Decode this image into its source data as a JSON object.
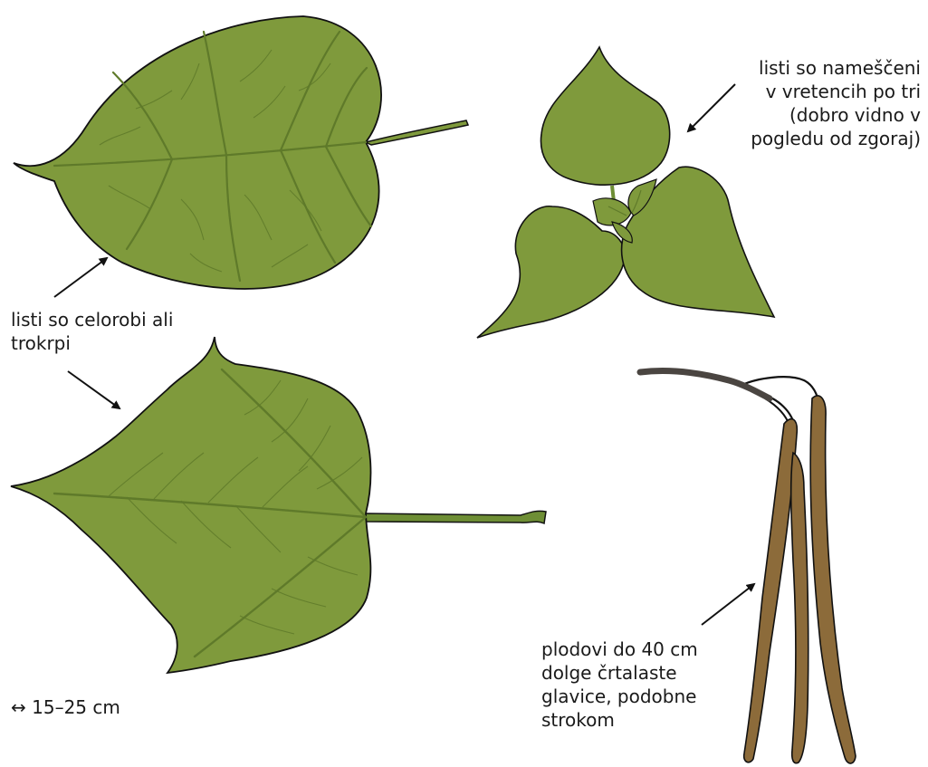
{
  "colors": {
    "leaf": "#7F9A3C",
    "leaf_dark": "#5F7A2A",
    "stem": "#6E8E35",
    "pod": "#8C6B3A",
    "twig": "#4A4541",
    "outline": "#111111"
  },
  "labels": {
    "whorl": [
      "listi so nameščeni",
      "v vretencih po tri",
      "(dobro vidno v",
      "pogledu od zgoraj)"
    ],
    "leaf_shape": [
      "listi so celorobi ali",
      "trokrpi"
    ],
    "fruit": [
      "plodovi do 40 cm",
      "dolge črtalaste",
      "glavice, podobne",
      "strokom"
    ],
    "size": "↔ 15–25 cm"
  }
}
